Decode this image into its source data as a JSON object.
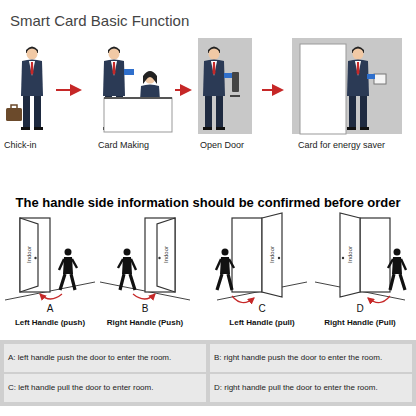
{
  "diagram": {
    "title": "Smart Card Basic Function",
    "labels": [
      "Chick-in",
      "Card Making",
      "Open Door",
      "Card for energy saver",
      "The handle side information should be confirmed before order",
      "Indoor",
      "A",
      "Left Handle (push)",
      "Indoor",
      "B",
      "Right Handle (Push)",
      "Indoor",
      "C",
      "Left Handle (pull)",
      "Indoor",
      "D",
      "Right Handle (Pull)",
      "A: left handle push the door to enter the room.",
      "B: right handle push the door to enter the room.",
      "C: left handle pull the door to enter room.",
      "D: right handle pull the door to enter the room."
    ]
  }
}
